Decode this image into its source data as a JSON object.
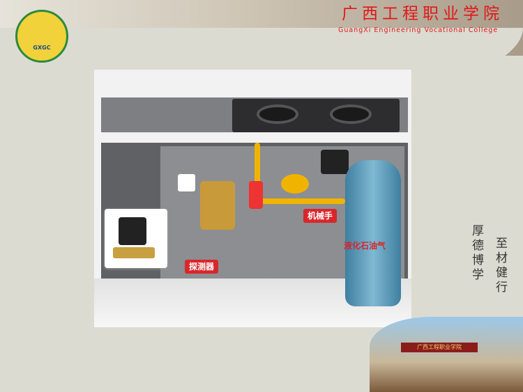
{
  "header": {
    "logo_text": "GXGC",
    "school_name": "广西工程职业学院",
    "school_name_en": "GuangXi Engineering Vocational College"
  },
  "diagram": {
    "labels": {
      "detector": "探测器",
      "manipulator": "机械手",
      "lpg": "液化石油气"
    }
  },
  "motto": {
    "line1": "厚德博学",
    "line2": "至材健行"
  },
  "gate": {
    "sign": "广西工程职业学院"
  }
}
